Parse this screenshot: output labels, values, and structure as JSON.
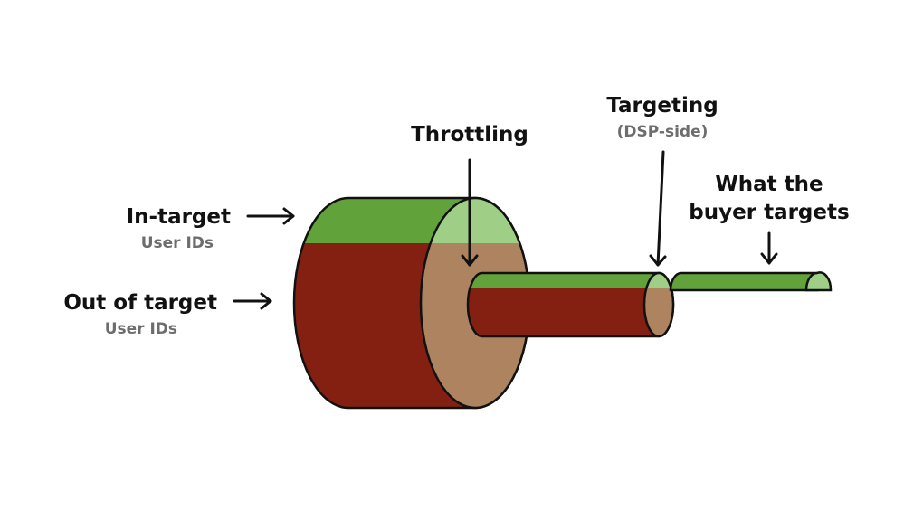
{
  "labels": {
    "in_target": "In-target",
    "in_target_sub": "User IDs",
    "out_of_target": "Out of target",
    "out_of_target_sub": "User IDs",
    "throttling": "Throttling",
    "targeting": "Targeting",
    "targeting_sub": "(DSP-side)",
    "buyer_line1": "What the",
    "buyer_line2": "buyer targets"
  },
  "colors": {
    "green": "#62a23a",
    "light_green": "#9fcf87",
    "dark_red": "#842012",
    "tan": "#ad8360",
    "text": "#111111",
    "subtext": "#6d6d6d"
  },
  "icons": {
    "arrows": [
      "arrow-right-icon",
      "arrow-right-icon",
      "arrow-down-icon",
      "arrow-down-icon",
      "arrow-down-icon"
    ]
  }
}
